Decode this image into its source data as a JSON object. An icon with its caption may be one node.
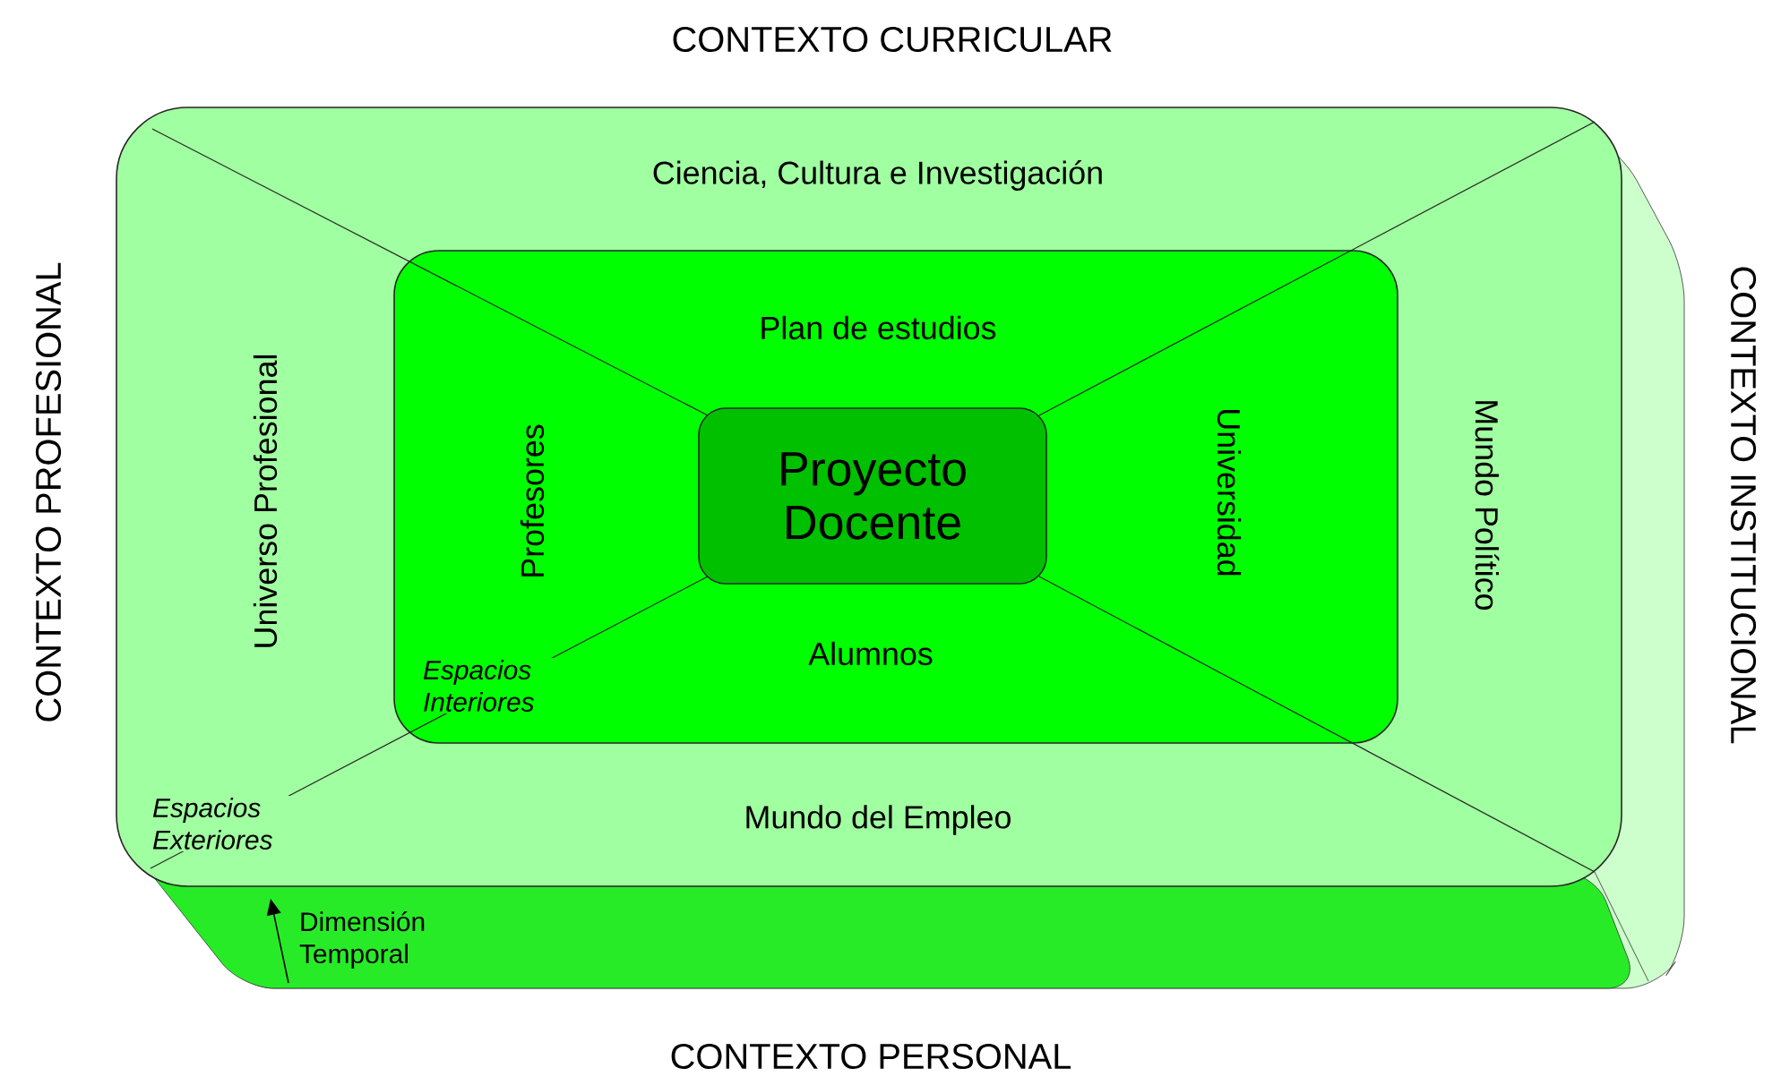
{
  "diagram": {
    "nodes": [
      {
        "text": [
          "Ciencia, Cultura e Investigación",
          "Universo Profesional",
          "Mundo Político",
          "Mundo del Empleo"
        ]
      },
      {
        "text": [
          "Plan de estudios",
          "Profesores",
          "Universidad",
          "Alumnos"
        ],
        "in": 0
      },
      {
        "text": [
          "Proyecto Docente"
        ],
        "in": 1
      }
    ],
    "labels": [
      "CONTEXTO CURRICULAR",
      "CONTEXTO PROFESIONAL",
      "CONTEXTO INSTITUCIONAL",
      "Espacios Interiores",
      "Espacios Exteriores",
      "Dimensión Temporal",
      "CONTEXTO PERSONAL"
    ]
  }
}
